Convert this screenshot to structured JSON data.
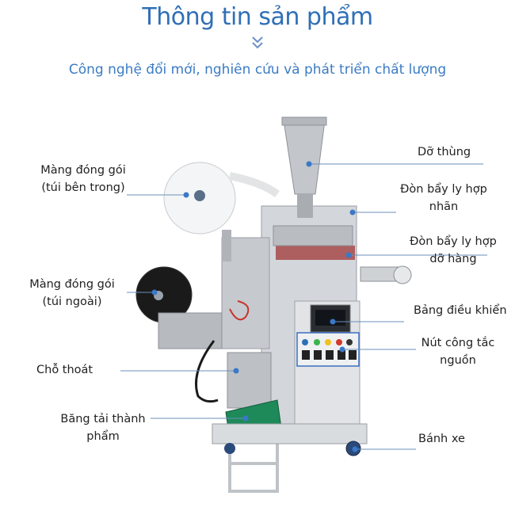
{
  "header": {
    "title": "Thông tin sản phẩm",
    "subtitle": "Công nghệ đổi mới, nghiên cứu và phát triển chất lượng",
    "chevron_icon": "double-chevron-down-icon"
  },
  "labels": {
    "hopper": "Dỡ thùng",
    "inner_film_l1": "Màng đóng gói",
    "inner_film_l2": "(túi bên trong)",
    "tag_lever_l1": "Đòn bẩy ly hợp",
    "tag_lever_l2": "nhãn",
    "load_lever_l1": "Đòn bẩy ly hợp",
    "load_lever_l2": "dỡ hàng",
    "outer_film_l1": "Màng đóng gói",
    "outer_film_l2": "(túi ngoài)",
    "control_panel": "Bảng điều khiển",
    "power_switch_l1": "Nút công tắc",
    "power_switch_l2": "nguồn",
    "outlet": "Chỗ thoát",
    "conveyor_l1": "Băng tải thành",
    "conveyor_l2": "phẩm",
    "wheel": "Bánh xe"
  },
  "colors": {
    "title": "#2f6fb6",
    "subtitle": "#3b7bc4",
    "leader_line": "#6b8fb8",
    "machine_steel": "#c9ccd0",
    "conveyor_belt": "#1e8a5a"
  }
}
